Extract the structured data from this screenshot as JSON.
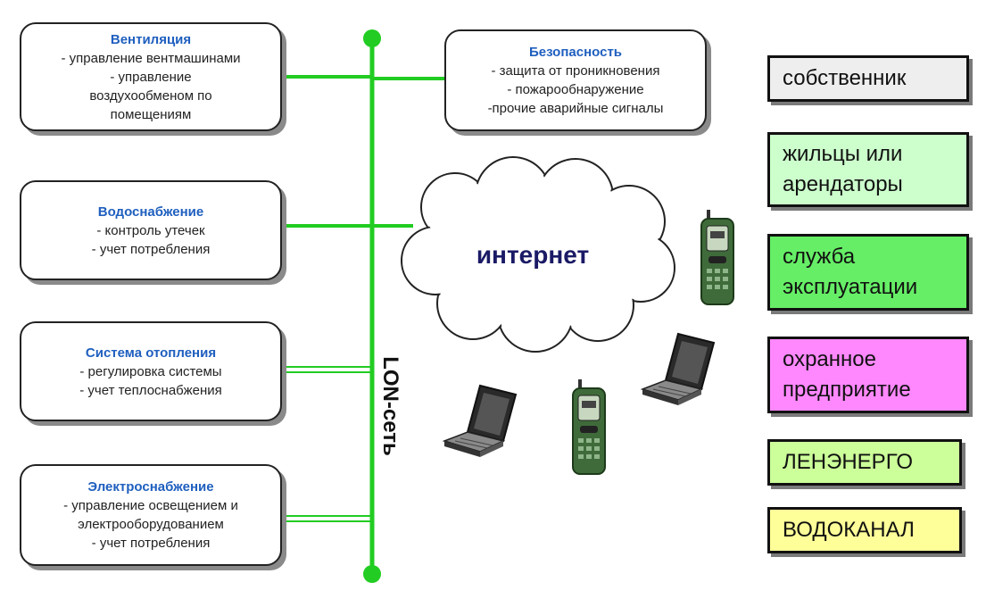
{
  "colors": {
    "bus": "#22cc22",
    "system_title": "#1f5fbf"
  },
  "systems": [
    {
      "title": "Вентиляция",
      "lines": [
        "- управление вентмашинами",
        "- управление",
        "воздухообменом по",
        "помещениям"
      ]
    },
    {
      "title": "Водоснабжение",
      "lines": [
        "- контроль утечек",
        "- учет потребления"
      ]
    },
    {
      "title": "Система отопления",
      "lines": [
        "- регулировка системы",
        "- учет теплоснабжения"
      ]
    },
    {
      "title": "Электроснабжение",
      "lines": [
        "- управление освещением и",
        "электрооборудованием",
        "- учет потребления"
      ]
    },
    {
      "title": "Безопасность",
      "lines": [
        "- защита от проникновения",
        "- пожарообнаружение",
        "-прочие аварийные сигналы"
      ]
    }
  ],
  "network": {
    "bus_label": "LON-сеть",
    "cloud_label": "интернет"
  },
  "devices": [
    "mobile-phone",
    "mobile-phone",
    "laptop",
    "laptop"
  ],
  "users": [
    {
      "lines": [
        "собственник"
      ],
      "color": "#eeeeee"
    },
    {
      "lines": [
        "жильцы или",
        "арендаторы"
      ],
      "color": "#ccffcc"
    },
    {
      "lines": [
        "служба",
        "эксплуатации"
      ],
      "color": "#66ee66"
    },
    {
      "lines": [
        "охранное",
        "предприятие"
      ],
      "color": "#ff88ff"
    },
    {
      "lines": [
        "ЛЕНЭНЕРГО"
      ],
      "color": "#ccff99"
    },
    {
      "lines": [
        "ВОДОКАНАЛ"
      ],
      "color": "#ffff99"
    }
  ]
}
